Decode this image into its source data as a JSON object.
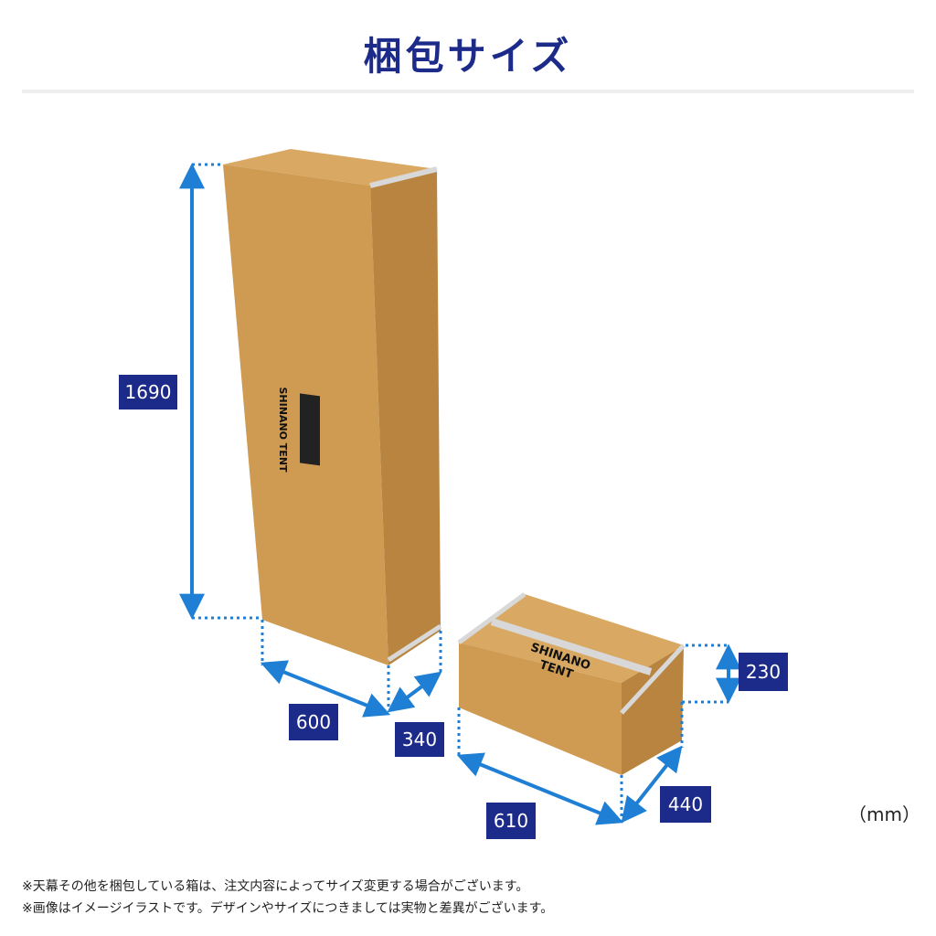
{
  "header": {
    "title": "梱包サイズ"
  },
  "dimensions": {
    "tall_box_height": "1690",
    "tall_box_width": "600",
    "tall_box_depth": "340",
    "flat_box_height": "230",
    "flat_box_width": "610",
    "flat_box_depth": "440"
  },
  "unit": "（mm）",
  "notes": [
    "※天幕その他を梱包している箱は、注文内容によってサイズ変更する場合がございます。",
    "※画像はイメージイラストです。デザインやサイズにつきましては実物と差異がございます。"
  ],
  "colors": {
    "accent": "#1c2a8a",
    "arrow": "#1f7fd4",
    "cardboard_front": "#cf9a52",
    "cardboard_side": "#b9843f",
    "cardboard_top": "#d9a862"
  }
}
